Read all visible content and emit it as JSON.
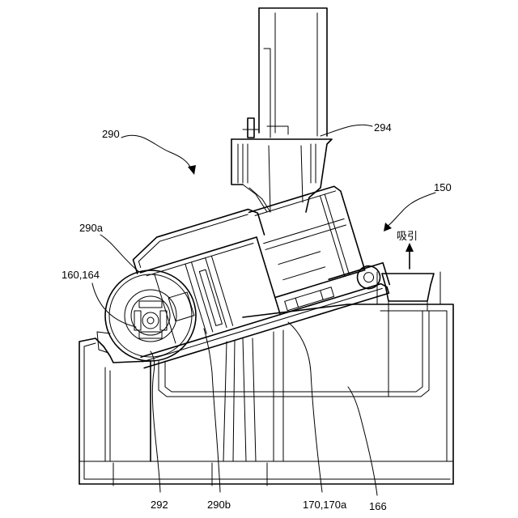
{
  "labels": {
    "l290": "290",
    "l294": "294",
    "l150": "150",
    "suction": "吸引",
    "l290a": "290a",
    "l160": "160,164",
    "l292": "292",
    "l290b": "290b",
    "l170": "170,170a",
    "l166": "166"
  }
}
